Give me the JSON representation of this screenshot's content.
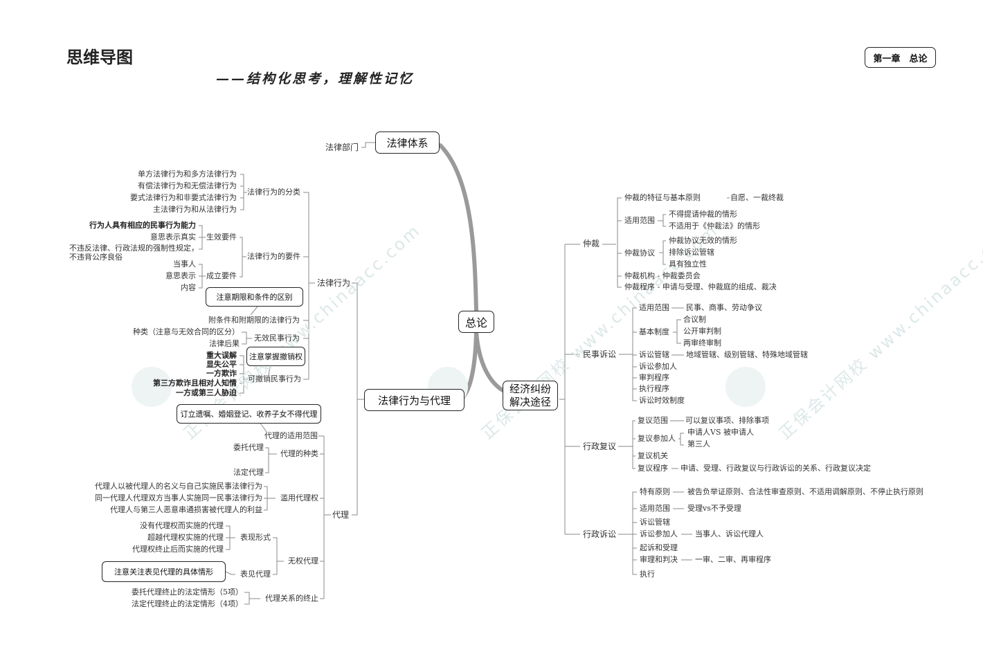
{
  "header": {
    "title": "思维导图",
    "subtitle": "——结构化思考，理解性记忆",
    "chapter": "第一章　总论"
  },
  "watermark": "正保会计网校 www.chinaacc.com",
  "center": "总论",
  "legal_system": {
    "title": "法律体系",
    "child": "法律部门"
  },
  "legal_act_agency": {
    "title": "法律行为与代理",
    "legal_act": {
      "label": "法律行为",
      "classification": {
        "label": "法律行为的分类",
        "items": [
          "单方法律行为和多方法律行为",
          "有偿法律行为和无偿法律行为",
          "要式法律行为和非要式法律行为",
          "主法律行为和从法律行为"
        ]
      },
      "elements": {
        "label": "法律行为的要件",
        "effective": {
          "label": "生效要件",
          "items": [
            "行为人具有相应的民事行为能力",
            "意思表示真实",
            "不违反法律、行政法规的强制性规定，",
            "不违背公序良俗"
          ]
        },
        "formation": {
          "label": "成立要件",
          "items": [
            "当事人",
            "意思表示",
            "内容"
          ]
        }
      },
      "conditional": {
        "label": "附条件和附期限的法律行为",
        "note": "注意期限和条件的区别"
      },
      "invalid": {
        "label": "无效民事行为",
        "items": [
          "种类（注意与无效合同的区分）",
          "法律后果"
        ]
      },
      "revocable": {
        "label": "可撤销民事行为",
        "note": "注意掌握撤销权",
        "items": [
          "重大误解",
          "显失公平",
          "一方欺诈",
          "第三方欺诈且相对人知情",
          "一方或第三人胁迫"
        ]
      }
    },
    "agency": {
      "label": "代理",
      "scope": {
        "label": "代理的适用范围",
        "note": "订立遗嘱、婚姻登记、收养子女不得代理"
      },
      "types": {
        "label": "代理的种类",
        "items": [
          "委托代理",
          "法定代理"
        ]
      },
      "abuse": {
        "label": "滥用代理权",
        "items": [
          "代理人以被代理人的名义与自己实施民事法律行为",
          "同一代理人代理双方当事人实施同一民事法律行为",
          "代理人与第三人恶意串通损害被代理人的利益"
        ]
      },
      "unauthorized": {
        "label": "无权代理",
        "form": {
          "label": "表现形式",
          "items": [
            "没有代理权而实施的代理",
            "超越代理权实施的代理",
            "代理权终止后而实施的代理"
          ]
        },
        "apparent": {
          "label": "表见代理",
          "note": "注意关注表见代理的具体情形"
        }
      },
      "termination": {
        "label": "代理关系的终止",
        "items": [
          "委托代理终止的法定情形（5项）",
          "法定代理终止的法定情形（4项）"
        ]
      }
    }
  },
  "dispute": {
    "title": "经济纠纷解决途径",
    "arbitration": {
      "label": "仲裁",
      "features": {
        "label": "仲裁的特征与基本原则",
        "detail": "自愿、一裁终裁"
      },
      "scope": {
        "label": "适用范围",
        "items": [
          "不得提请仲裁的情形",
          "不适用于《仲裁法》的情形"
        ]
      },
      "agreement": {
        "label": "仲裁协议",
        "items": [
          "仲裁协议无效的情形",
          "排除诉讼管辖",
          "具有独立性"
        ]
      },
      "institution": "仲裁机构 - 仲裁委员会",
      "procedure": "仲裁程序 - 申请与受理、仲裁庭的组成、裁决"
    },
    "civil": {
      "label": "民事诉讼",
      "scope": {
        "label": "适用范围",
        "detail": "民事、商事、劳动争议"
      },
      "basic": {
        "label": "基本制度",
        "items": [
          "合议制",
          "公开审判制",
          "两审终审制"
        ]
      },
      "jurisdiction": {
        "label": "诉讼管辖",
        "detail": "地域管辖、级别管辖、特殊地域管辖"
      },
      "others": [
        "诉讼参加人",
        "审判程序",
        "执行程序",
        "诉讼时效制度"
      ]
    },
    "admin_review": {
      "label": "行政复议",
      "scope": {
        "label": "复议范围",
        "detail": "可以复议事项、排除事项"
      },
      "participants": {
        "label": "复议参加人",
        "items": [
          "申请人VS 被申请人",
          "第三人"
        ]
      },
      "organ": "复议机关",
      "procedure": {
        "label": "复议程序",
        "detail": "申请、受理、行政复议与行政诉讼的关系、行政复议决定"
      }
    },
    "admin_litigation": {
      "label": "行政诉讼",
      "principles": {
        "label": "特有原则",
        "detail": "被告负举证原则、合法性审查原则、不适用调解原则、不停止执行原则"
      },
      "scope": {
        "label": "适用范围",
        "detail": "受理vs不予受理"
      },
      "jurisdiction": "诉讼管辖",
      "participants": {
        "label": "诉讼参加人",
        "detail": "当事人、诉讼代理人"
      },
      "filing": "起诉和受理",
      "trial": {
        "label": "审理和判决",
        "detail": "一审、二审、再审程序"
      },
      "execution": "执行"
    }
  }
}
